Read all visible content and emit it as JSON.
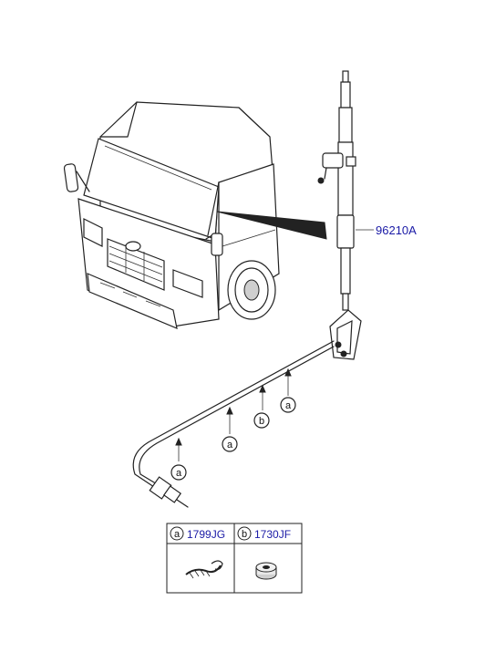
{
  "part_number": "96210A",
  "callouts": [
    "a",
    "b",
    "a",
    "a"
  ],
  "legend": {
    "items": [
      {
        "key": "a",
        "code": "1799JG",
        "icon": "cable-clip-icon"
      },
      {
        "key": "b",
        "code": "1730JF",
        "icon": "grommet-icon"
      }
    ]
  }
}
